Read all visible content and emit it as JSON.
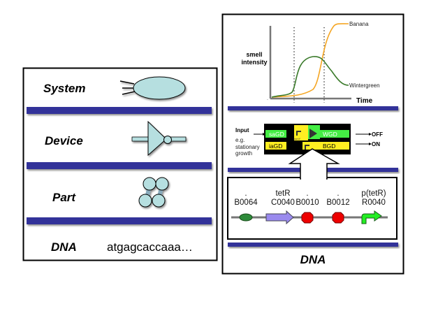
{
  "left_panel": {
    "levels": [
      {
        "label": "System",
        "icon": "cell-icon"
      },
      {
        "label": "Device",
        "icon": "inverter-icon"
      },
      {
        "label": "Part",
        "icon": "parts-icon"
      },
      {
        "label": "DNA",
        "sequence": "atgagcaccaaa…"
      }
    ]
  },
  "right_panel": {
    "graph": {
      "ylabel_line1": "smell",
      "ylabel_line2": "intensity",
      "xlabel": "Time",
      "series": [
        {
          "name": "Banana",
          "color": "#f5a623"
        },
        {
          "name": "Wintergreen",
          "color": "#3a7a2a"
        }
      ]
    },
    "device": {
      "input_label": "Input",
      "input_note": [
        "e.g.",
        "stationary",
        "growth"
      ],
      "blocks": [
        "saGD",
        "iaGD",
        "WGD",
        "BGD"
      ],
      "small_label": "osmY",
      "outputs": [
        "OFF",
        "ON"
      ]
    },
    "parts": [
      {
        "name": ".",
        "id": "B0064",
        "icon": "rbs-icon"
      },
      {
        "name": "tetR",
        "id": "C0040",
        "icon": "coding-sequence-icon"
      },
      {
        "name": ".",
        "id": "B0010",
        "icon": "terminator-icon"
      },
      {
        "name": ".",
        "id": "B0012",
        "icon": "terminator-icon"
      },
      {
        "name": "p(tetR)",
        "id": "R0040",
        "icon": "promoter-icon"
      }
    ],
    "footer": "DNA"
  }
}
